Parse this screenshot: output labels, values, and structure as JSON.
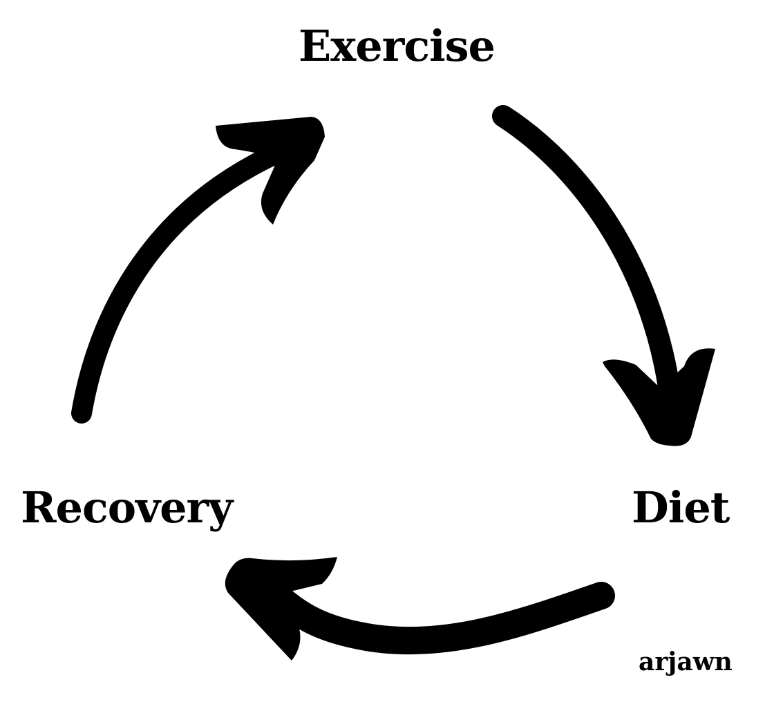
{
  "diagram": {
    "nodes": {
      "exercise": "Exercise",
      "diet": "Diet",
      "recovery": "Recovery"
    },
    "signature": "arjawn",
    "colors": {
      "ink": "#000000",
      "background": "#ffffff"
    }
  }
}
